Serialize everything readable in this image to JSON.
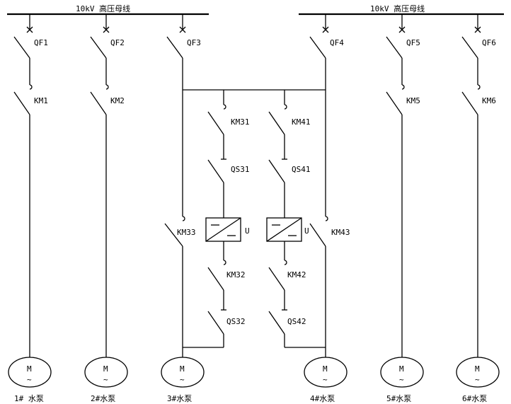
{
  "buses": [
    {
      "id": "left",
      "label": "10kV 高压母线"
    },
    {
      "id": "right",
      "label": "10kV 高压母线"
    }
  ],
  "breakers": [
    "QF1",
    "QF2",
    "QF3",
    "QF4",
    "QF5",
    "QF6"
  ],
  "contactors": {
    "pumps": [
      "KM1",
      "KM2",
      "KM5",
      "KM6"
    ],
    "vfd1": [
      "KM31",
      "KM32"
    ],
    "vfd2": [
      "KM41",
      "KM42"
    ],
    "bypass": [
      "KM33",
      "KM43"
    ]
  },
  "isolators": {
    "vfd1": [
      "QS31",
      "QS32"
    ],
    "vfd2": [
      "QS41",
      "QS42"
    ]
  },
  "vfd": {
    "label": "U"
  },
  "motor": {
    "symbol": "M",
    "tilde": "~"
  },
  "pumps": [
    "1# 水泵",
    "2#水泵",
    "3#水泵",
    "4#水泵",
    "5#水泵",
    "6#水泵"
  ]
}
